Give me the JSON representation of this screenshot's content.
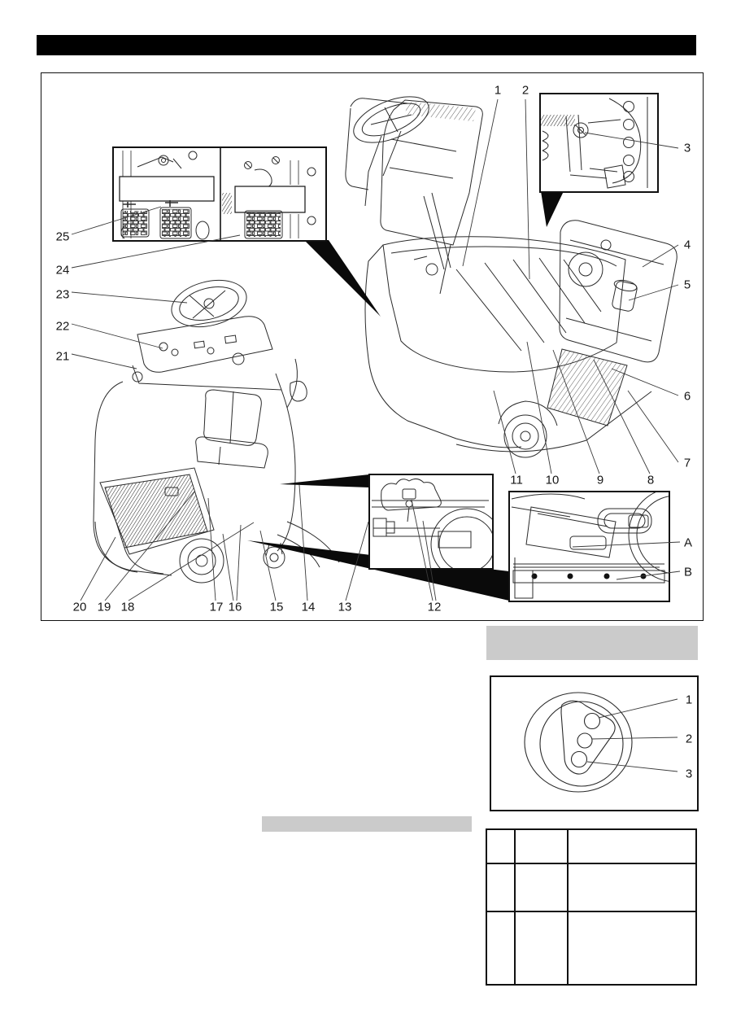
{
  "colors": {
    "title_bar": "#000000",
    "section_bar": "#cbcbcb",
    "line": "#2b2b2b"
  },
  "title_bar": {
    "text": ""
  },
  "section_bars": {
    "right_text": "",
    "center_text": ""
  },
  "main_figure": {
    "callouts": [
      {
        "label": "1"
      },
      {
        "label": "2"
      },
      {
        "label": "3"
      },
      {
        "label": "4"
      },
      {
        "label": "5"
      },
      {
        "label": "6"
      },
      {
        "label": "7"
      },
      {
        "label": "8"
      },
      {
        "label": "9"
      },
      {
        "label": "10"
      },
      {
        "label": "11"
      },
      {
        "label": "12"
      },
      {
        "label": "13"
      },
      {
        "label": "14"
      },
      {
        "label": "15"
      },
      {
        "label": "16"
      },
      {
        "label": "17"
      },
      {
        "label": "18"
      },
      {
        "label": "19"
      },
      {
        "label": "20"
      },
      {
        "label": "21"
      },
      {
        "label": "22"
      },
      {
        "label": "23"
      },
      {
        "label": "24"
      },
      {
        "label": "25"
      },
      {
        "label": "A"
      },
      {
        "label": "B"
      }
    ]
  },
  "connector_figure": {
    "callouts": [
      {
        "label": "1"
      },
      {
        "label": "2"
      },
      {
        "label": "3"
      }
    ]
  },
  "parts_table": {
    "rows": [
      [
        "",
        "",
        ""
      ],
      [
        "",
        "",
        ""
      ],
      [
        "",
        "",
        ""
      ]
    ]
  }
}
